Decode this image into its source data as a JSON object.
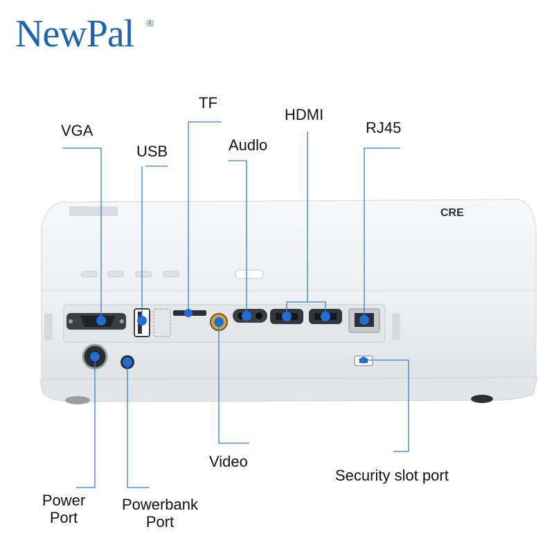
{
  "brand": {
    "name": "NewPal",
    "registered_mark": "®",
    "color": "#1d63b3"
  },
  "projector": {
    "badge_text": "CRE"
  },
  "ports": [
    {
      "id": "vga",
      "label": "VGA"
    },
    {
      "id": "usb",
      "label": "USB"
    },
    {
      "id": "tf",
      "label": "TF"
    },
    {
      "id": "audio",
      "label": "Audlo"
    },
    {
      "id": "hdmi",
      "label": "HDMI"
    },
    {
      "id": "rj45",
      "label": "RJ45"
    },
    {
      "id": "video",
      "label": "Video"
    },
    {
      "id": "security",
      "label": "Security slot port"
    },
    {
      "id": "power",
      "label": [
        "Power",
        "Port"
      ]
    },
    {
      "id": "powerbank",
      "label": [
        "Powerbank",
        "Port"
      ]
    }
  ],
  "colors": {
    "callout_line": "#2f7fe0",
    "marker": "#1f6fd8",
    "body": "#eceef1"
  }
}
